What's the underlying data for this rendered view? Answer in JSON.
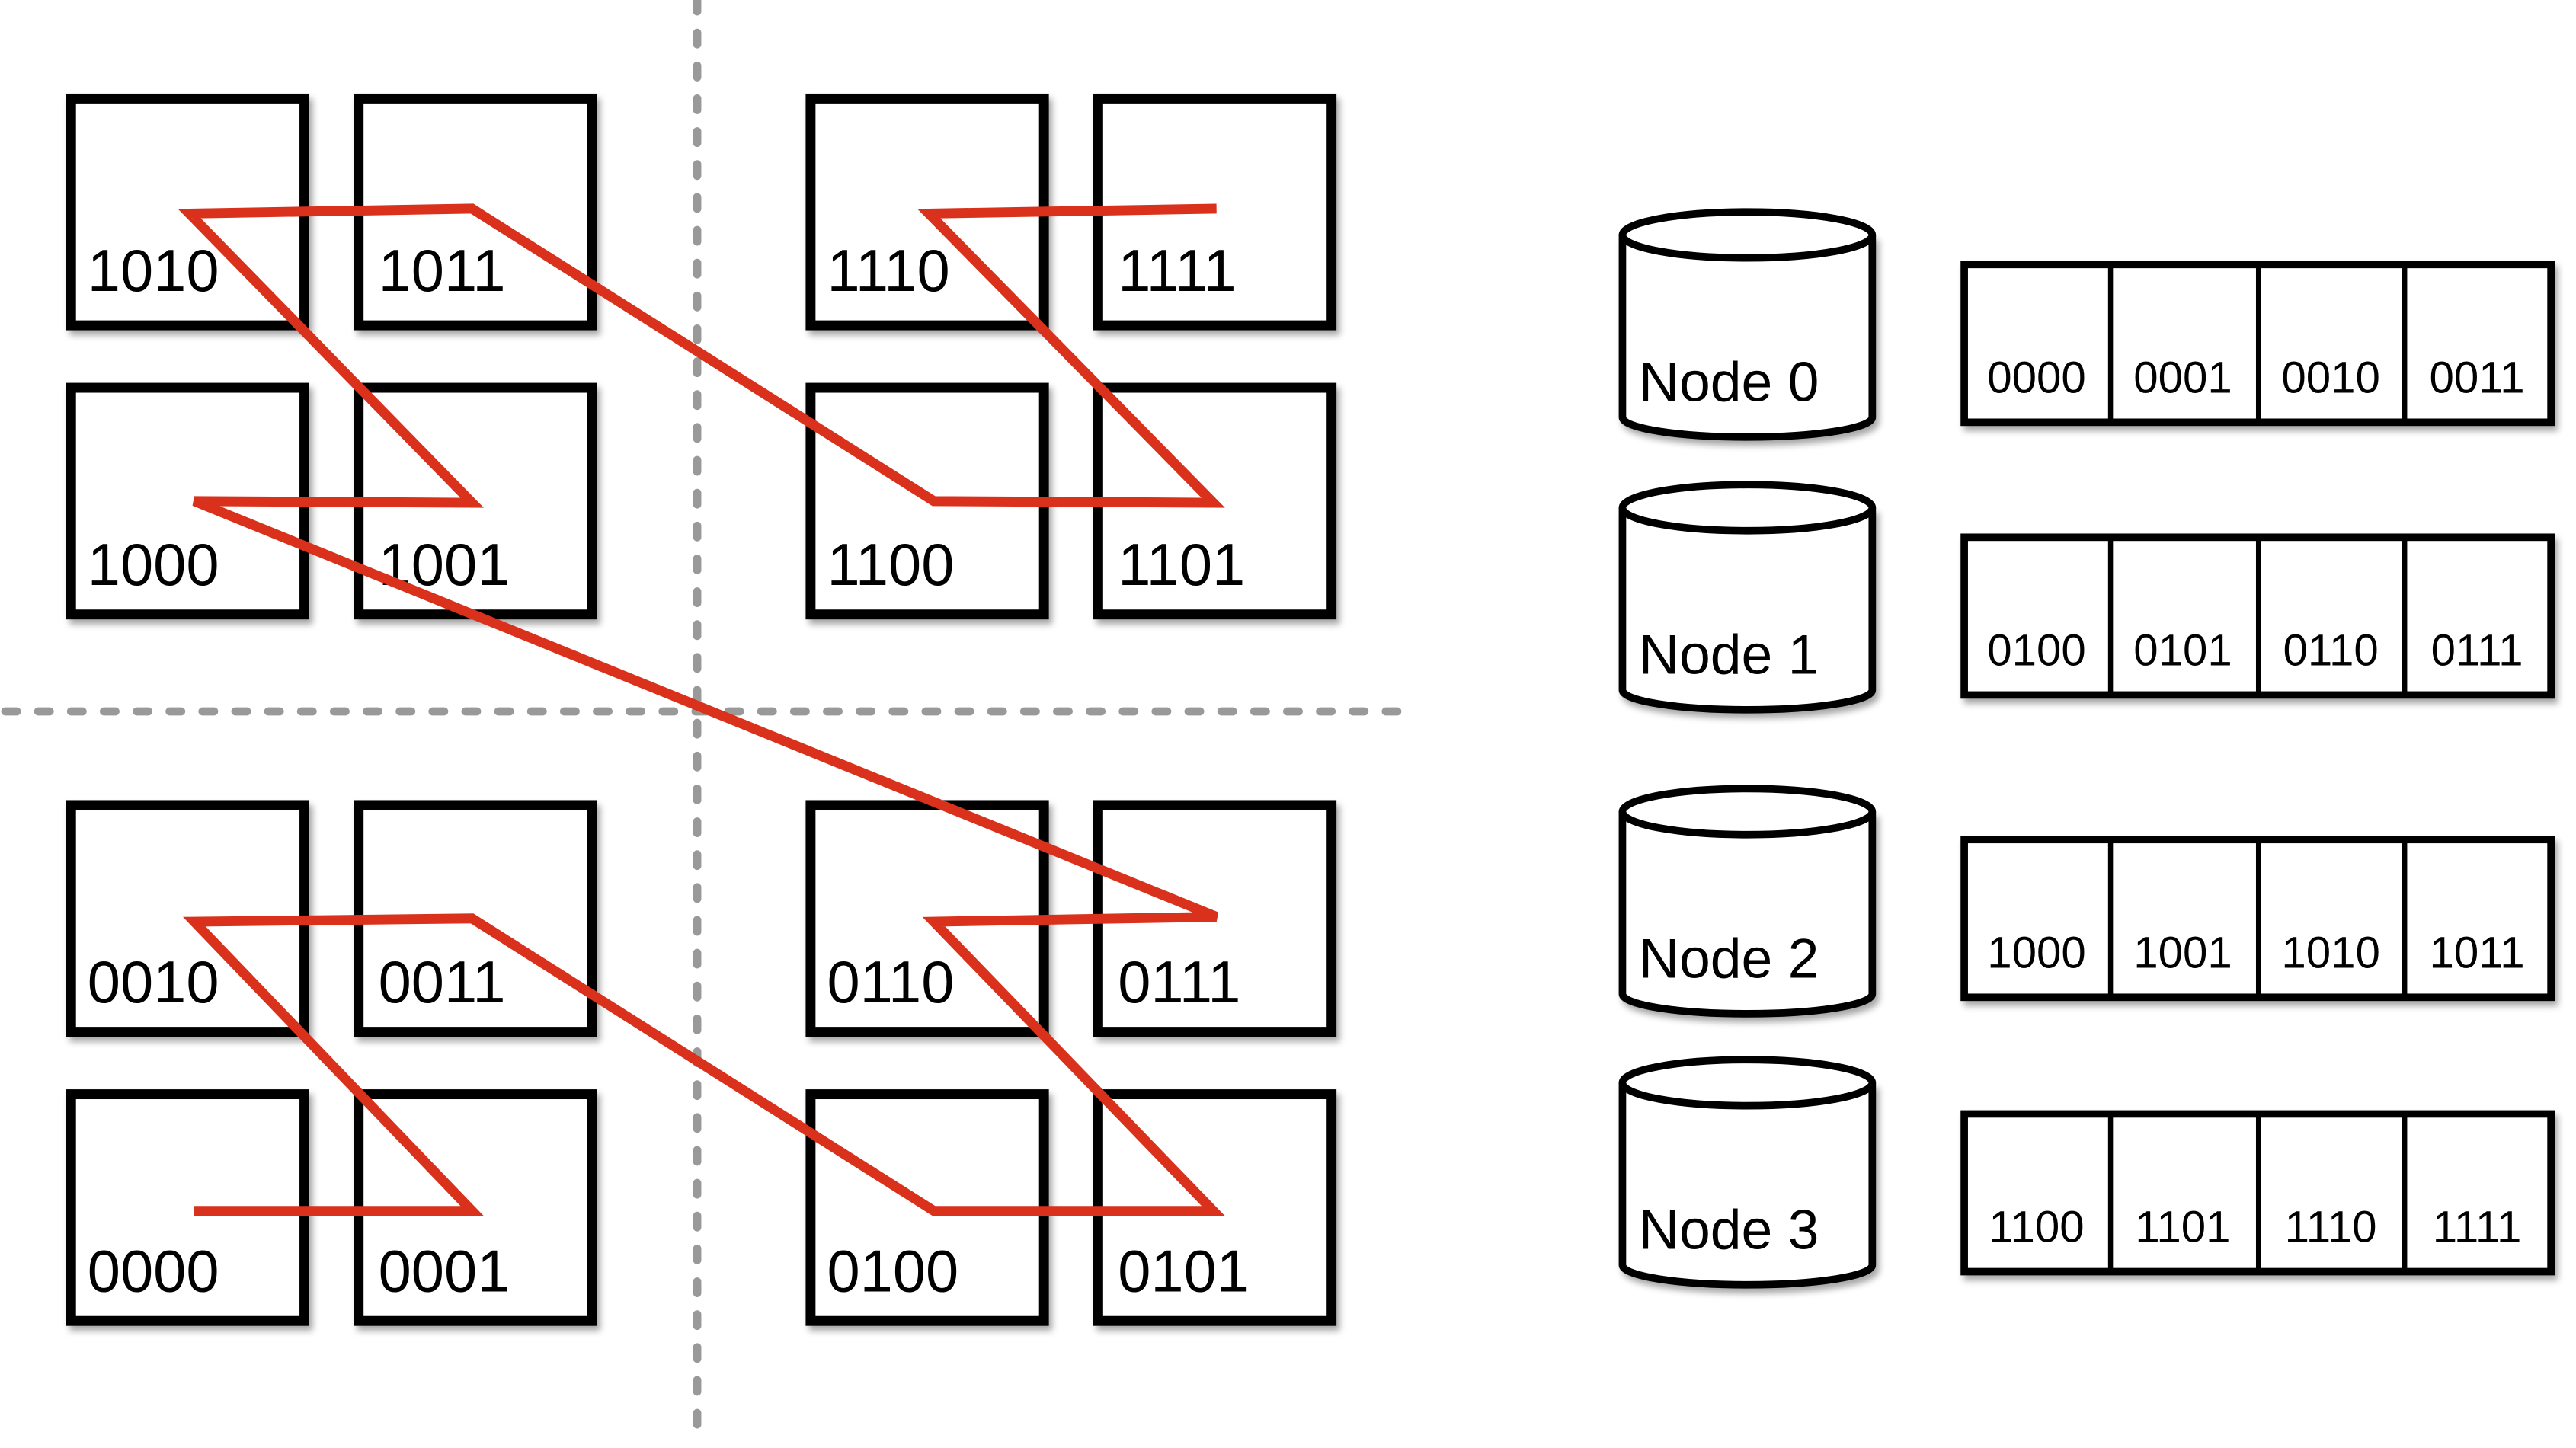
{
  "colors": {
    "curve": "#d9311c",
    "box_stroke": "#000000",
    "divider": "#999999",
    "background": "#ffffff"
  },
  "grid": {
    "quadrants": [
      {
        "name": "top-left",
        "cells": [
          "1010",
          "1011",
          "1000",
          "1001"
        ]
      },
      {
        "name": "top-right",
        "cells": [
          "1110",
          "1111",
          "1100",
          "1101"
        ]
      },
      {
        "name": "bottom-left",
        "cells": [
          "0010",
          "0011",
          "0000",
          "0001"
        ]
      },
      {
        "name": "bottom-right",
        "cells": [
          "0110",
          "0111",
          "0100",
          "0101"
        ]
      }
    ]
  },
  "curve_order": [
    "0000",
    "0001",
    "0010",
    "0011",
    "0100",
    "0101",
    "0110",
    "0111",
    "1000",
    "1001",
    "1010",
    "1011",
    "1100",
    "1101",
    "1110",
    "1111"
  ],
  "nodes": [
    {
      "label": "Node 0",
      "keys": [
        "0000",
        "0001",
        "0010",
        "0011"
      ]
    },
    {
      "label": "Node 1",
      "keys": [
        "0100",
        "0101",
        "0110",
        "0111"
      ]
    },
    {
      "label": "Node 2",
      "keys": [
        "1000",
        "1001",
        "1010",
        "1011"
      ]
    },
    {
      "label": "Node 3",
      "keys": [
        "1100",
        "1101",
        "1110",
        "1111"
      ]
    }
  ]
}
